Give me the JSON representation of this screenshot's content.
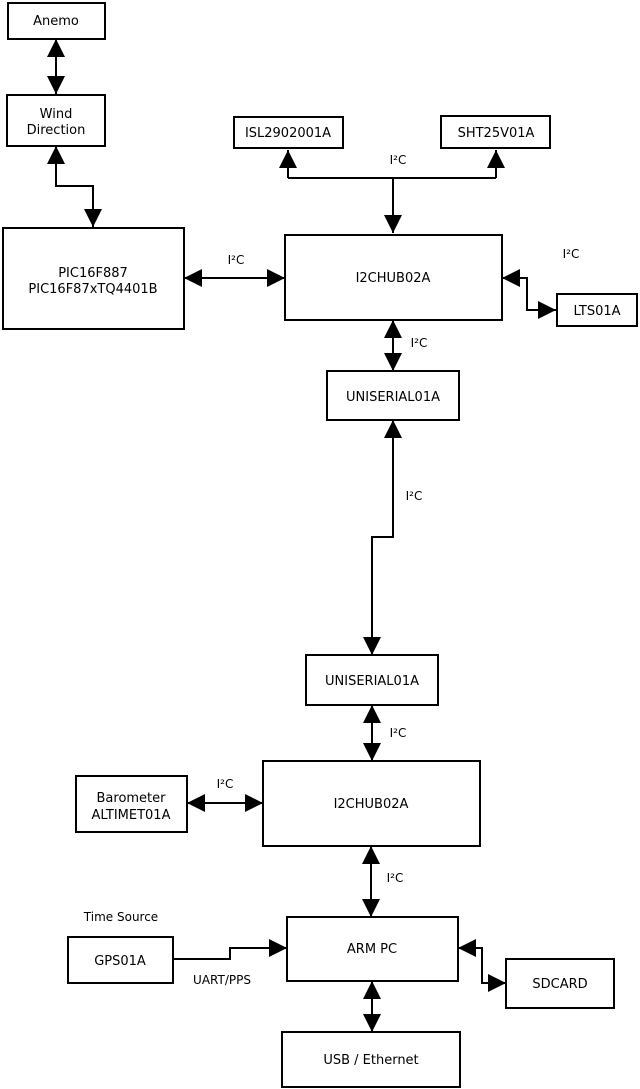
{
  "diagram": {
    "colors": {
      "background": "#ffffff",
      "stroke": "#000000",
      "text": "#000000"
    },
    "nodes": {
      "anemo": {
        "label": "Anemo"
      },
      "wind_direction": {
        "lines": [
          "Wind",
          "Direction"
        ]
      },
      "pic_controller": {
        "lines": [
          "PIC16F887",
          "PIC16F87xTQ4401B"
        ]
      },
      "isl2902001a": {
        "label": "ISL2902001A"
      },
      "sht25v01a": {
        "label": "SHT25V01A"
      },
      "i2chub_top": {
        "label": "I2CHUB02A"
      },
      "lts01a": {
        "label": "LTS01A"
      },
      "uniserial_top": {
        "label": "UNISERIAL01A"
      },
      "uniserial_bottom": {
        "label": "UNISERIAL01A"
      },
      "i2chub_bottom": {
        "label": "I2CHUB02A"
      },
      "barometer": {
        "lines": [
          "Barometer",
          "ALTIMET01A"
        ]
      },
      "arm_pc": {
        "label": "ARM PC"
      },
      "gps01a": {
        "label": "GPS01A"
      },
      "sdcard": {
        "label": "SDCARD"
      },
      "usb_ethernet": {
        "label": "USB / Ethernet"
      }
    },
    "edge_labels": {
      "i2c_sensor_bus": "I²C",
      "i2c_pic_hub": "I²C",
      "i2c_hub_lts": "I²C",
      "i2c_hub_uniserial": "I²C",
      "i2c_uniserial_link": "I²C",
      "i2c_uniserial_hub2": "I²C",
      "i2c_barometer_hub2": "I²C",
      "i2c_hub2_armpc": "I²C",
      "time_source": "Time Source",
      "uart_pps": "UART/PPS"
    }
  }
}
